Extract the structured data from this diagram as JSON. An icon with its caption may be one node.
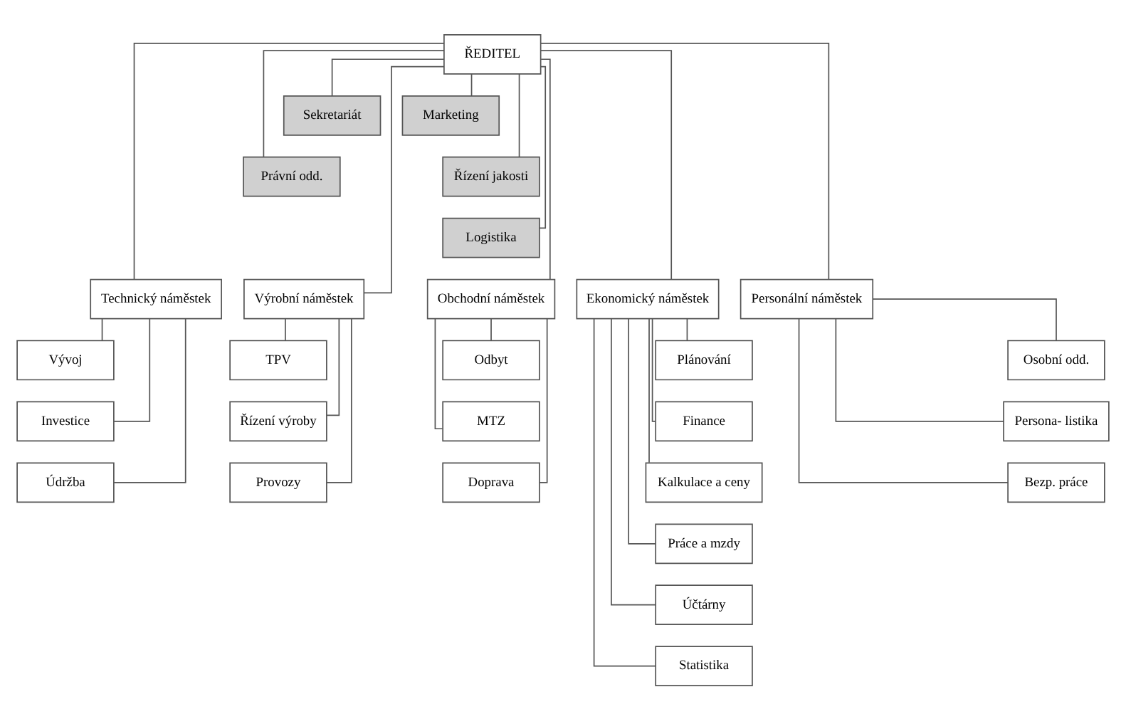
{
  "diagram": {
    "nodes": [
      {
        "text": [
          "ŘEDITEL"
        ]
      },
      {
        "text": [
          "Sekretariát"
        ]
      },
      {
        "text": [
          "Marketing"
        ]
      },
      {
        "text": [
          "Právní odd."
        ]
      },
      {
        "text": [
          "Řízení jakosti"
        ]
      },
      {
        "text": [
          "Logistika"
        ]
      },
      {
        "text": [
          "Technický náměstek"
        ]
      },
      {
        "text": [
          "Vývoj"
        ]
      },
      {
        "text": [
          "Investice"
        ]
      },
      {
        "text": [
          "Údržba"
        ]
      },
      {
        "text": [
          "Výrobní náměstek"
        ]
      },
      {
        "text": [
          "TPV"
        ]
      },
      {
        "text": [
          "Řízení výroby"
        ]
      },
      {
        "text": [
          "Provozy"
        ]
      },
      {
        "text": [
          "Obchodní náměstek"
        ]
      },
      {
        "text": [
          "Odbyt"
        ]
      },
      {
        "text": [
          "MTZ"
        ]
      },
      {
        "text": [
          "Doprava"
        ]
      },
      {
        "text": [
          "Ekonomický náměstek"
        ]
      },
      {
        "text": [
          "Plánování"
        ]
      },
      {
        "text": [
          "Finance"
        ]
      },
      {
        "text": [
          "Kalkulace a ceny"
        ]
      },
      {
        "text": [
          "Práce a mzdy"
        ]
      },
      {
        "text": [
          "Účtárny"
        ]
      },
      {
        "text": [
          "Statistika"
        ]
      },
      {
        "text": [
          "Personální náměstek"
        ]
      },
      {
        "text": [
          "Osobní odd."
        ]
      },
      {
        "text": [
          "Persona- listika"
        ]
      },
      {
        "text": [
          "Bezp. práce"
        ]
      }
    ],
    "edges": [
      {
        "from": 0,
        "to": 1,
        "arrow": "none"
      },
      {
        "from": 0,
        "to": 2,
        "arrow": "none"
      },
      {
        "from": 0,
        "to": 3,
        "arrow": "none"
      },
      {
        "from": 0,
        "to": 4,
        "arrow": "none"
      },
      {
        "from": 0,
        "to": 5,
        "arrow": "none"
      },
      {
        "from": 0,
        "to": 6,
        "arrow": "none"
      },
      {
        "from": 0,
        "to": 10,
        "arrow": "none"
      },
      {
        "from": 0,
        "to": 14,
        "arrow": "none"
      },
      {
        "from": 0,
        "to": 18,
        "arrow": "none"
      },
      {
        "from": 0,
        "to": 25,
        "arrow": "none"
      },
      {
        "from": 6,
        "to": 7,
        "arrow": "none"
      },
      {
        "from": 6,
        "to": 8,
        "arrow": "none"
      },
      {
        "from": 6,
        "to": 9,
        "arrow": "none"
      },
      {
        "from": 10,
        "to": 11,
        "arrow": "none"
      },
      {
        "from": 10,
        "to": 12,
        "arrow": "none"
      },
      {
        "from": 10,
        "to": 13,
        "arrow": "none"
      },
      {
        "from": 14,
        "to": 15,
        "arrow": "none"
      },
      {
        "from": 14,
        "to": 16,
        "arrow": "none"
      },
      {
        "from": 14,
        "to": 17,
        "arrow": "none"
      },
      {
        "from": 18,
        "to": 19,
        "arrow": "none"
      },
      {
        "from": 18,
        "to": 20,
        "arrow": "none"
      },
      {
        "from": 18,
        "to": 21,
        "arrow": "none"
      },
      {
        "from": 18,
        "to": 22,
        "arrow": "none"
      },
      {
        "from": 18,
        "to": 23,
        "arrow": "none"
      },
      {
        "from": 18,
        "to": 24,
        "arrow": "none"
      },
      {
        "from": 25,
        "to": 26,
        "arrow": "none"
      },
      {
        "from": 25,
        "to": 27,
        "arrow": "none"
      },
      {
        "from": 25,
        "to": 28,
        "arrow": "none"
      }
    ]
  }
}
